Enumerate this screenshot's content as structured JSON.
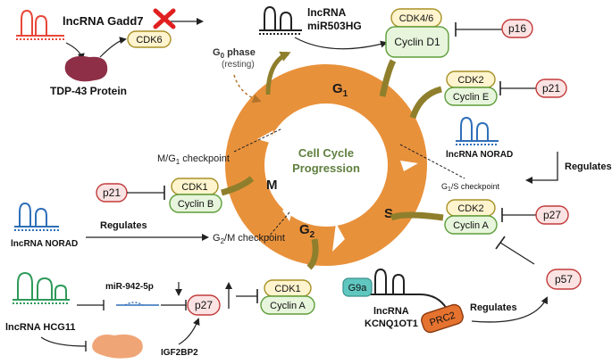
{
  "cycle": {
    "center_line1": "Cell Cycle",
    "center_line2": "Progression",
    "phase_g1": "G",
    "phase_g1_sub": "1",
    "phase_s": "S",
    "phase_g2": "G",
    "phase_g2_sub": "2",
    "phase_m": "M",
    "g0_main": "G",
    "g0_sub": "0",
    "g0_rest": " phase",
    "g0_resting": "(resting)",
    "cp_mg1_a": "M/G",
    "cp_mg1_sub": "1",
    "cp_mg1_b": " checkpoint",
    "cp_g1s_a": "G",
    "cp_g1s_sub": "1",
    "cp_g1s_b": "/S checkpoint",
    "cp_g2m_a": "G",
    "cp_g2m_sub": "2",
    "cp_g2m_b": "/M checkpoint"
  },
  "gadd7": {
    "rna_label": "lncRNA Gadd7",
    "protein_label": "TDP-43 Protein",
    "cdk": "CDK6"
  },
  "mir503": {
    "line1": "lncRNA",
    "line2": "miR503HG",
    "cdk": "CDK4/6",
    "cyclin": "Cyclin D1",
    "inhibitor": "p16"
  },
  "g1s_complex": {
    "cdk": "CDK2",
    "cyclin": "Cyclin E",
    "inhibitor": "p21"
  },
  "norad_right": {
    "label": "lncRNA NORAD",
    "regulates": "Regulates"
  },
  "s_complex": {
    "cdk": "CDK2",
    "cyclin": "Cyclin A",
    "inhibitor": "p27"
  },
  "m_complex": {
    "inhibitor": "p21",
    "cdk": "CDK1",
    "cyclin": "Cyclin B"
  },
  "norad_left": {
    "label": "lncRNA NORAD",
    "regulates": "Regulates"
  },
  "hcg11": {
    "label": "lncRNA HCG11",
    "mirna": "miR-942-5p",
    "igf": "IGF2BP2",
    "inhibitor": "p27",
    "cdk": "CDK1",
    "cyclin": "Cyclin A"
  },
  "kcnq": {
    "line1": "lncRNA",
    "line2": "KCNQ1OT1",
    "g9a": "G9a",
    "prc2": "PRC2",
    "regulates": "Regulates",
    "target": "p57"
  },
  "colors": {
    "ring": "#E8913B",
    "ring_text": "#1a1a1a",
    "center_text": "#5F7F3F",
    "cdk_fill": "#FFF4CE",
    "cdk_stroke": "#A89025",
    "cyclin_fill": "#E8F5DD",
    "cyclin_stroke": "#5E9E3A",
    "inhib_fill": "#FBE3E3",
    "inhib_stroke": "#C23B3B",
    "stalk": "#8F7F2C",
    "rna_red": "#E8473A",
    "rna_blue": "#2F6FB8",
    "rna_green": "#2E9A5A",
    "rna_black": "#222222",
    "tdp43": "#8E2F47",
    "g9a": "#5FC7C0",
    "prc2": "#E5732F"
  }
}
